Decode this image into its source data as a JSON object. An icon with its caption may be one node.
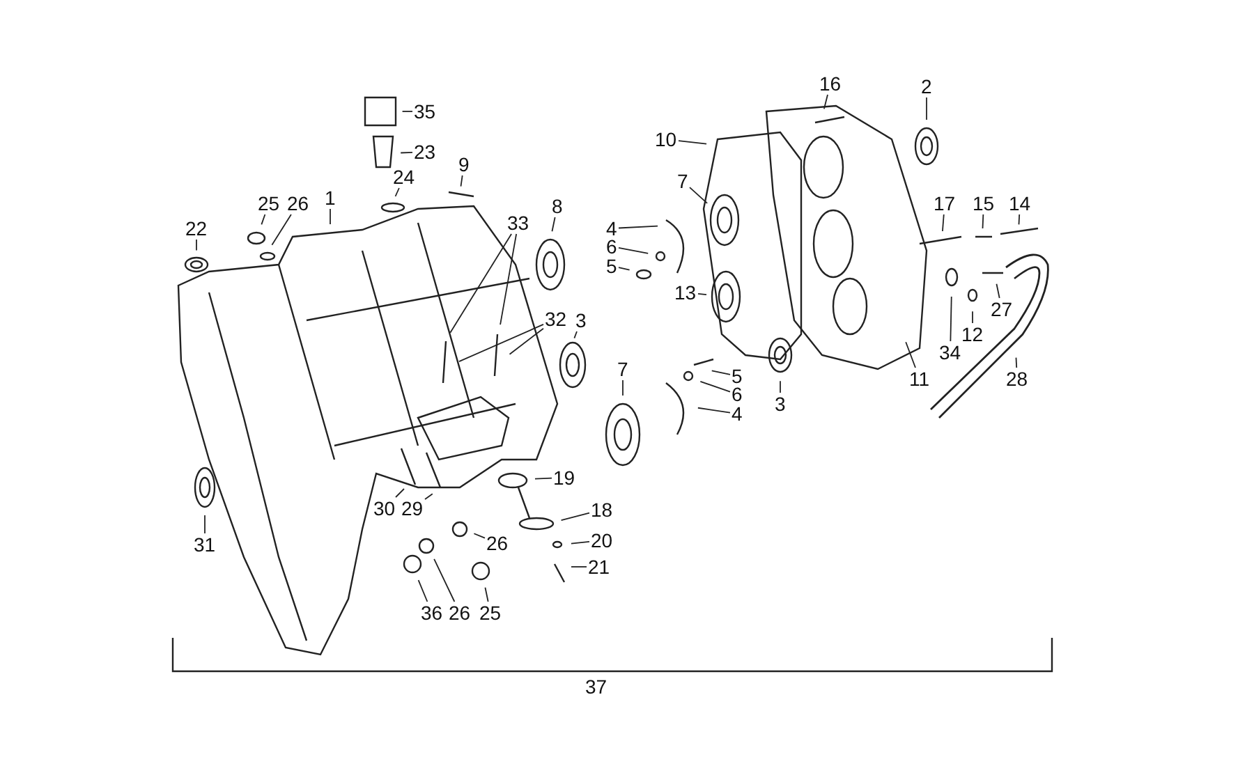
{
  "diagram": {
    "nodes": [
      {
        "text": [
          "16"
        ]
      },
      {
        "text": [
          "2"
        ]
      },
      {
        "text": [
          "35"
        ]
      },
      {
        "text": [
          "23"
        ]
      },
      {
        "text": [
          "10"
        ]
      },
      {
        "text": [
          "7"
        ]
      },
      {
        "text": [
          "24"
        ]
      },
      {
        "text": [
          "9"
        ]
      },
      {
        "text": [
          "1"
        ]
      },
      {
        "text": [
          "25"
        ]
      },
      {
        "text": [
          "26"
        ]
      },
      {
        "text": [
          "17"
        ]
      },
      {
        "text": [
          "15"
        ]
      },
      {
        "text": [
          "14"
        ]
      },
      {
        "text": [
          "8"
        ]
      },
      {
        "text": [
          "22"
        ]
      },
      {
        "text": [
          "4"
        ]
      },
      {
        "text": [
          "6"
        ]
      },
      {
        "text": [
          "5"
        ]
      },
      {
        "text": [
          "33"
        ]
      },
      {
        "text": [
          "13"
        ]
      },
      {
        "text": [
          "27"
        ]
      },
      {
        "text": [
          "32"
        ]
      },
      {
        "text": [
          "3"
        ]
      },
      {
        "text": [
          "12"
        ]
      },
      {
        "text": [
          "34"
        ]
      },
      {
        "text": [
          "7"
        ]
      },
      {
        "text": [
          "11"
        ]
      },
      {
        "text": [
          "28"
        ]
      },
      {
        "text": [
          "5"
        ]
      },
      {
        "text": [
          "6"
        ]
      },
      {
        "text": [
          "3"
        ]
      },
      {
        "text": [
          "4"
        ]
      },
      {
        "text": [
          "19"
        ]
      },
      {
        "text": [
          "18"
        ]
      },
      {
        "text": [
          "30"
        ]
      },
      {
        "text": [
          "29"
        ]
      },
      {
        "text": [
          "26"
        ]
      },
      {
        "text": [
          "20"
        ]
      },
      {
        "text": [
          "31"
        ]
      },
      {
        "text": [
          "21"
        ]
      },
      {
        "text": [
          "36"
        ]
      },
      {
        "text": [
          "26"
        ]
      },
      {
        "text": [
          "25"
        ]
      }
    ],
    "edges": [
      {
        "from": 0,
        "to": null,
        "arrow": "none"
      },
      {
        "from": 1,
        "to": null,
        "arrow": "none"
      },
      {
        "from": 2,
        "to": null,
        "arrow": "none"
      },
      {
        "from": 3,
        "to": null,
        "arrow": "none"
      },
      {
        "from": 4,
        "to": null,
        "arrow": "none"
      },
      {
        "from": 5,
        "to": null,
        "arrow": "none"
      },
      {
        "from": 6,
        "to": null,
        "arrow": "none"
      },
      {
        "from": 7,
        "to": null,
        "arrow": "none"
      },
      {
        "from": 8,
        "to": null,
        "arrow": "none"
      },
      {
        "from": 9,
        "to": null,
        "arrow": "none"
      },
      {
        "from": 10,
        "to": null,
        "arrow": "none"
      },
      {
        "from": 11,
        "to": null,
        "arrow": "none"
      },
      {
        "from": 12,
        "to": null,
        "arrow": "none"
      },
      {
        "from": 13,
        "to": null,
        "arrow": "none"
      },
      {
        "from": 14,
        "to": null,
        "arrow": "none"
      },
      {
        "from": 15,
        "to": null,
        "arrow": "none"
      },
      {
        "from": 16,
        "to": null,
        "arrow": "none"
      },
      {
        "from": 17,
        "to": null,
        "arrow": "none"
      },
      {
        "from": 18,
        "to": null,
        "arrow": "none"
      },
      {
        "from": 19,
        "to": null,
        "arrow": "none"
      },
      {
        "from": 19,
        "to": null,
        "arrow": "none"
      },
      {
        "from": 20,
        "to": null,
        "arrow": "none"
      },
      {
        "from": 21,
        "to": null,
        "arrow": "none"
      },
      {
        "from": 22,
        "to": null,
        "arrow": "none"
      },
      {
        "from": 22,
        "to": null,
        "arrow": "none"
      },
      {
        "from": 23,
        "to": null,
        "arrow": "none"
      },
      {
        "from": 24,
        "to": null,
        "arrow": "none"
      },
      {
        "from": 25,
        "to": null,
        "arrow": "none"
      },
      {
        "from": 26,
        "to": null,
        "arrow": "none"
      },
      {
        "from": 27,
        "to": null,
        "arrow": "none"
      },
      {
        "from": 28,
        "to": null,
        "arrow": "none"
      },
      {
        "from": 29,
        "to": null,
        "arrow": "none"
      },
      {
        "from": 30,
        "to": null,
        "arrow": "none"
      },
      {
        "from": 31,
        "to": null,
        "arrow": "none"
      },
      {
        "from": 32,
        "to": null,
        "arrow": "none"
      },
      {
        "from": 33,
        "to": null,
        "arrow": "none"
      },
      {
        "from": 34,
        "to": null,
        "arrow": "none"
      },
      {
        "from": 35,
        "to": null,
        "arrow": "none"
      },
      {
        "from": 36,
        "to": null,
        "arrow": "none"
      },
      {
        "from": 37,
        "to": null,
        "arrow": "none"
      },
      {
        "from": 38,
        "to": null,
        "arrow": "none"
      },
      {
        "from": 39,
        "to": null,
        "arrow": "none"
      },
      {
        "from": 40,
        "to": null,
        "arrow": "none"
      },
      {
        "from": 41,
        "to": null,
        "arrow": "none"
      },
      {
        "from": 42,
        "to": null,
        "arrow": "none"
      },
      {
        "from": 43,
        "to": null,
        "arrow": "none"
      }
    ],
    "labels": [
      "37"
    ]
  }
}
